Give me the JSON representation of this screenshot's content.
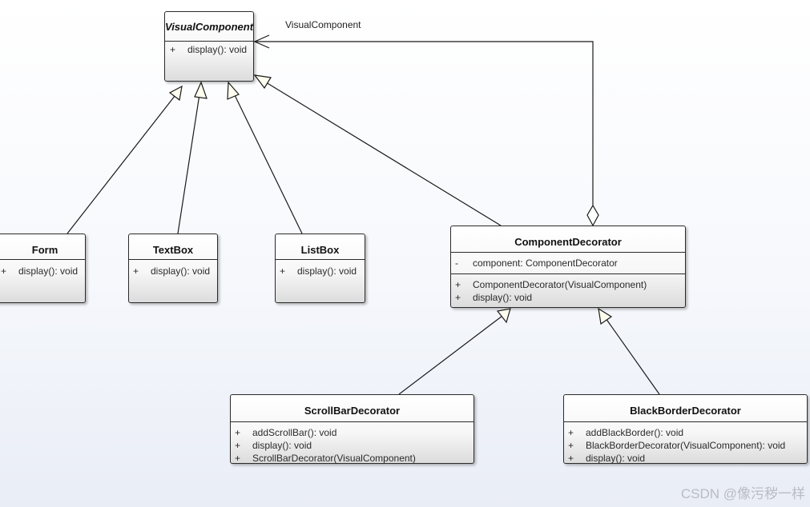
{
  "classes": {
    "visual_component": {
      "name": "VisualComponent",
      "methods": [
        {
          "vis": "+",
          "text": "display(): void"
        }
      ]
    },
    "form": {
      "name": "Form",
      "methods": [
        {
          "vis": "+",
          "text": "display(): void"
        }
      ]
    },
    "textbox": {
      "name": "TextBox",
      "methods": [
        {
          "vis": "+",
          "text": "display(): void"
        }
      ]
    },
    "listbox": {
      "name": "ListBox",
      "methods": [
        {
          "vis": "+",
          "text": "display(): void"
        }
      ]
    },
    "component_decorator": {
      "name": "ComponentDecorator",
      "attributes": [
        {
          "vis": "-",
          "text": "component: ComponentDecorator"
        }
      ],
      "methods": [
        {
          "vis": "+",
          "text": "ComponentDecorator(VisualComponent)"
        },
        {
          "vis": "+",
          "text": "display(): void"
        }
      ]
    },
    "scrollbar_decorator": {
      "name": "ScrollBarDecorator",
      "methods": [
        {
          "vis": "+",
          "text": "addScrollBar(): void"
        },
        {
          "vis": "+",
          "text": "display(): void"
        },
        {
          "vis": "+",
          "text": "ScrollBarDecorator(VisualComponent)"
        }
      ]
    },
    "blackborder_decorator": {
      "name": "BlackBorderDecorator",
      "methods": [
        {
          "vis": "+",
          "text": "addBlackBorder(): void"
        },
        {
          "vis": "+",
          "text": "BlackBorderDecorator(VisualComponent): void"
        },
        {
          "vis": "+",
          "text": "display(): void"
        }
      ]
    }
  },
  "relations": {
    "aggregation_label": "VisualComponent"
  },
  "watermark": "CSDN @像污秽一样"
}
